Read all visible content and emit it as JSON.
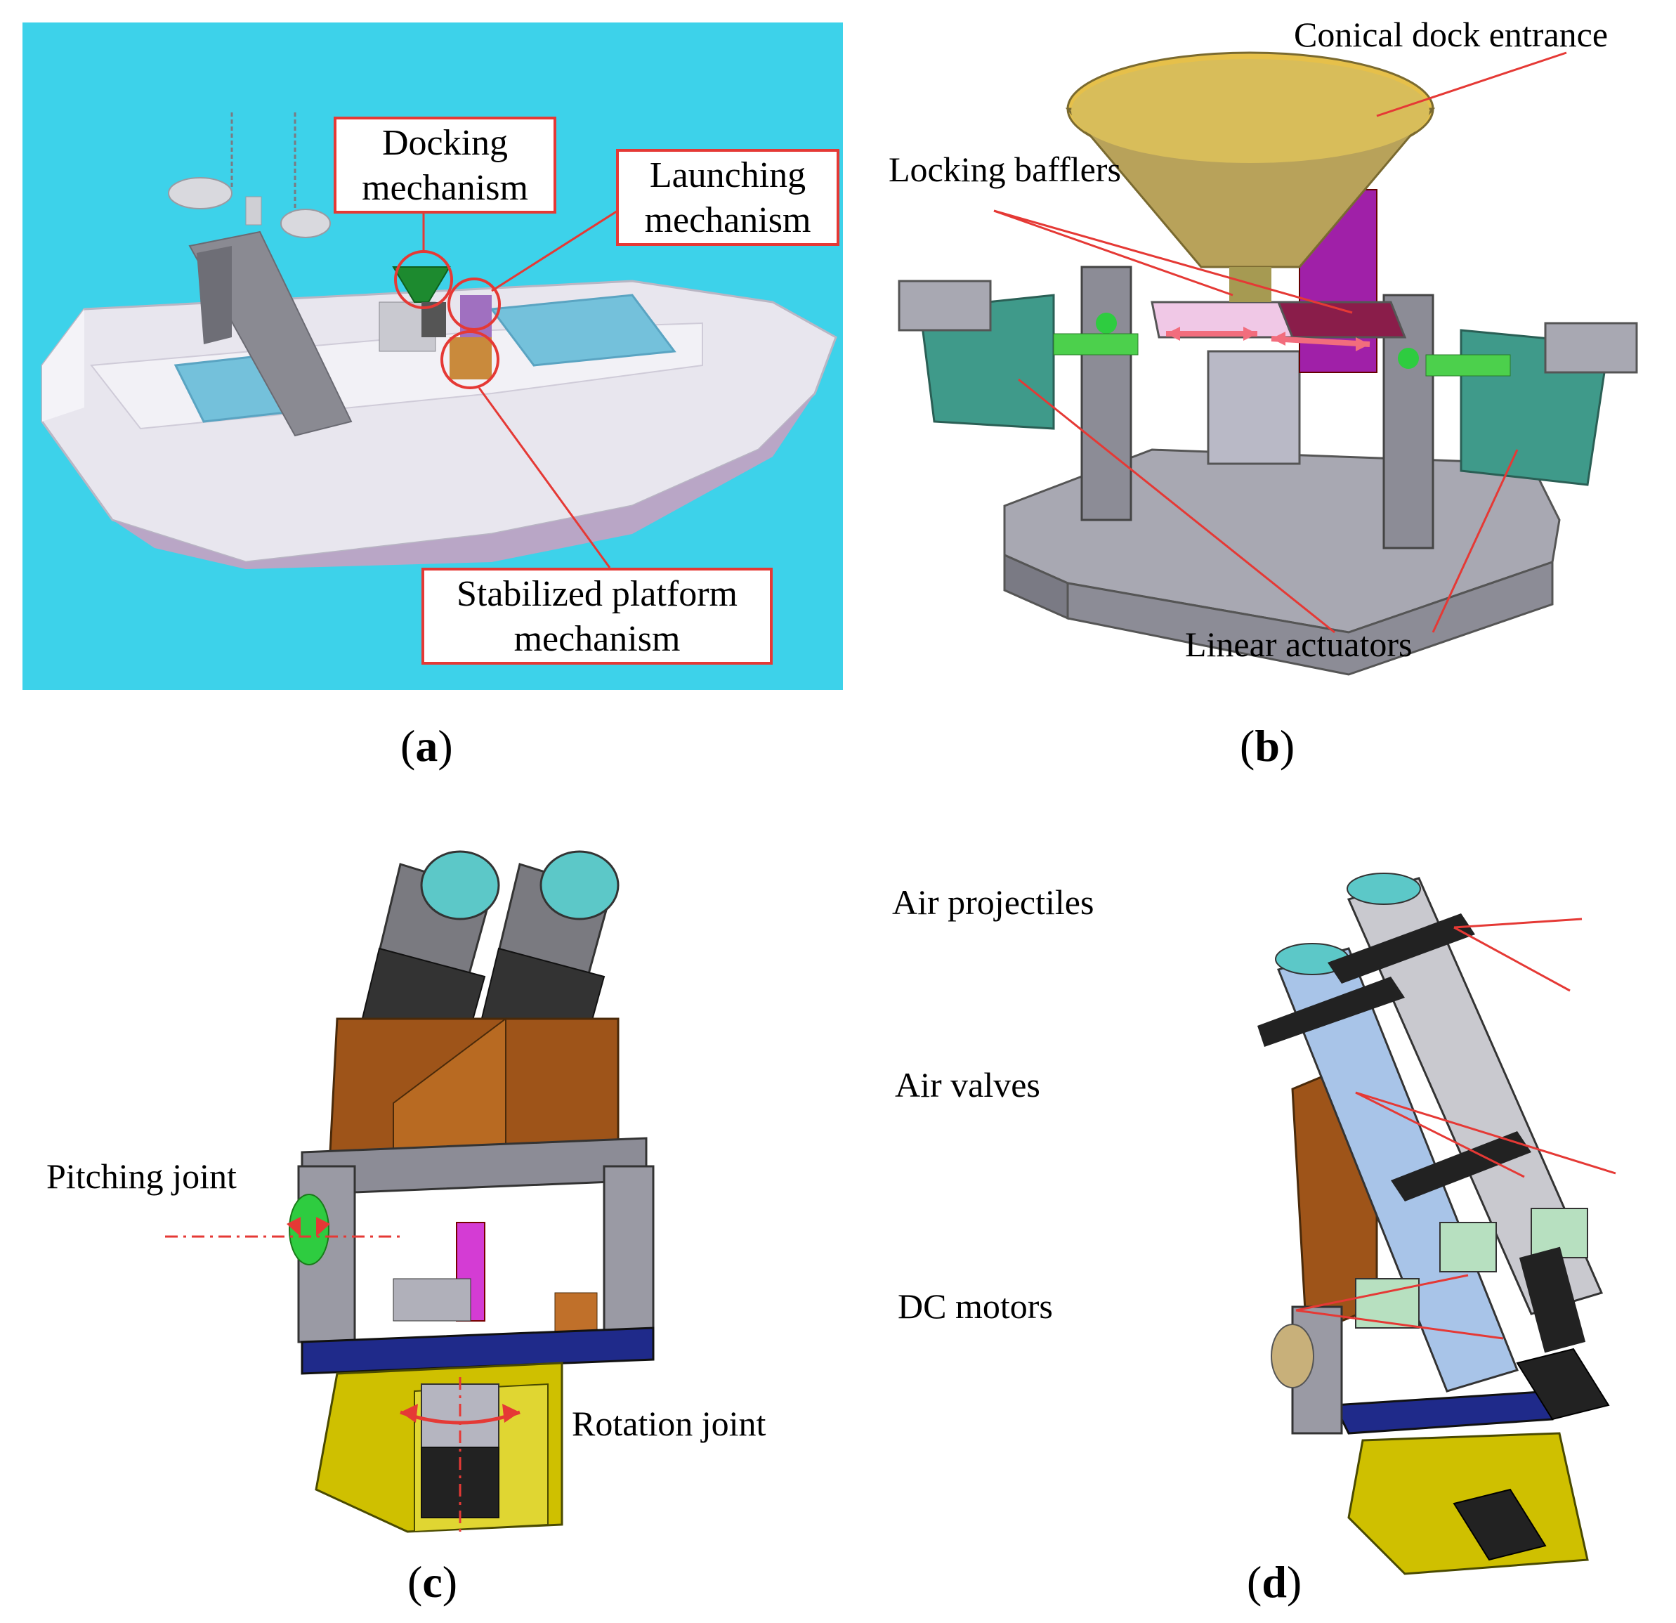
{
  "panel_a": {
    "caption": "a",
    "labels": {
      "docking": [
        "Docking",
        "mechanism"
      ],
      "launching": [
        "Launching",
        "mechanism"
      ],
      "stabilized": [
        "Stabilized platform",
        "mechanism"
      ]
    },
    "colors": {
      "background": "#3dd2ea",
      "label_border": "#e53935"
    }
  },
  "panel_b": {
    "caption": "b",
    "labels": {
      "conical": "Conical dock entrance",
      "locking": "Locking bafflers",
      "linear": "Linear actuators"
    }
  },
  "panel_c": {
    "caption": "c",
    "labels": {
      "pitching": "Pitching joint",
      "rotation": "Rotation joint"
    }
  },
  "panel_d": {
    "caption": "d",
    "labels": {
      "projectiles": "Air projectiles",
      "valves": "Air valves",
      "motors": "DC motors"
    }
  }
}
